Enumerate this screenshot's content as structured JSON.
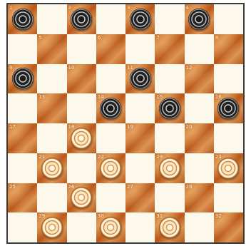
{
  "board": {
    "rows": 8,
    "cols": 8,
    "squares": [
      {
        "number": "1",
        "piece": "black"
      },
      {
        "number": "2",
        "piece": "black"
      },
      {
        "number": "3",
        "piece": "black"
      },
      {
        "number": "4",
        "piece": "black"
      },
      {
        "number": "5",
        "piece": null
      },
      {
        "number": "6",
        "piece": null
      },
      {
        "number": "7",
        "piece": null
      },
      {
        "number": "8",
        "piece": null
      },
      {
        "number": "9",
        "piece": "black"
      },
      {
        "number": "10",
        "piece": null
      },
      {
        "number": "11",
        "piece": "black"
      },
      {
        "number": "12",
        "piece": null
      },
      {
        "number": "13",
        "piece": null
      },
      {
        "number": "14",
        "piece": "black"
      },
      {
        "number": "15",
        "piece": "black"
      },
      {
        "number": "16",
        "piece": "black"
      },
      {
        "number": "17",
        "piece": null
      },
      {
        "number": "18",
        "piece": "white"
      },
      {
        "number": "19",
        "piece": null
      },
      {
        "number": "20",
        "piece": null
      },
      {
        "number": "21",
        "piece": "white"
      },
      {
        "number": "22",
        "piece": "white"
      },
      {
        "number": "23",
        "piece": "white"
      },
      {
        "number": "24",
        "piece": "white"
      },
      {
        "number": "25",
        "piece": null
      },
      {
        "number": "26",
        "piece": "white"
      },
      {
        "number": "27",
        "piece": null
      },
      {
        "number": "28",
        "piece": null
      },
      {
        "number": "29",
        "piece": "white"
      },
      {
        "number": "30",
        "piece": "white"
      },
      {
        "number": "31",
        "piece": "white"
      },
      {
        "number": "32",
        "piece": null
      }
    ]
  },
  "colors": {
    "light_square": "#fdf8ec",
    "dark_square": "#c4661f",
    "black_piece": "#1a1a1a",
    "white_piece": "#fbe6c4"
  }
}
